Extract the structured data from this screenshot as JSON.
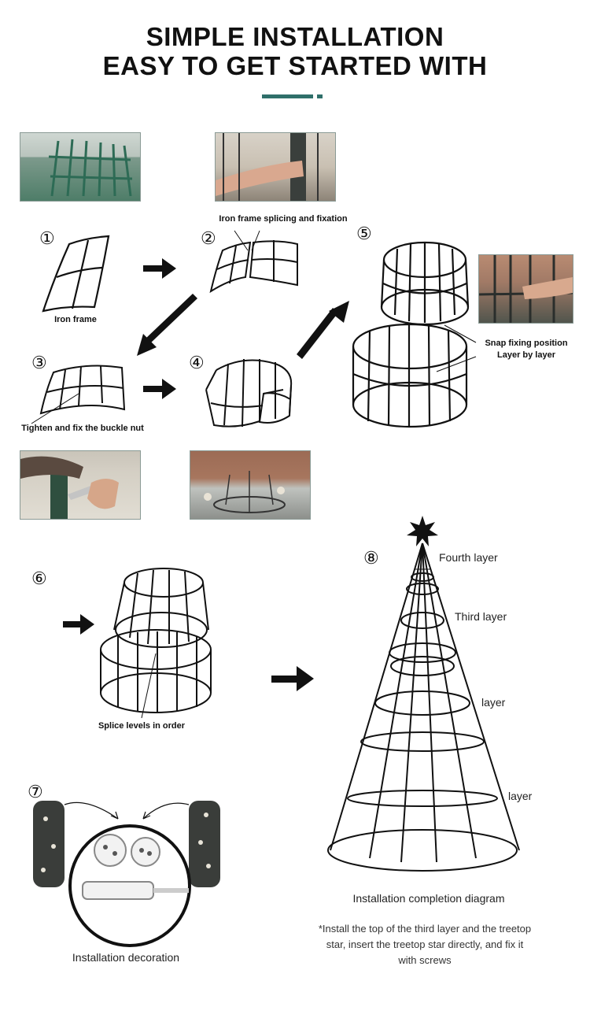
{
  "header": {
    "title_line1": "SIMPLE INSTALLATION",
    "title_line2": "EASY TO GET STARTED WITH"
  },
  "steps": {
    "step1": {
      "number": "①",
      "caption": "Iron frame"
    },
    "step2": {
      "number": "②",
      "caption": "Iron frame splicing and fixation"
    },
    "step3": {
      "number": "③",
      "caption": "Tighten and fix the buckle nut"
    },
    "step4": {
      "number": "④"
    },
    "step5": {
      "number": "⑤",
      "caption_line1": "Snap fixing position",
      "caption_line2": "Layer by layer"
    },
    "step6": {
      "number": "⑥",
      "caption": "Splice levels in order"
    },
    "step7": {
      "number": "⑦",
      "caption": "Installation decoration"
    },
    "step8": {
      "number": "⑧",
      "layers": [
        "Fourth layer",
        "Third layer",
        "layer",
        "layer"
      ],
      "caption": "Installation completion diagram",
      "note_line1": "*Install the top of the third layer and the treetop",
      "note_line2": "star, insert the treetop star directly, and fix it",
      "note_line3": "with screws"
    }
  },
  "colors": {
    "accent": "#2f6f6a",
    "line": "#111111"
  }
}
